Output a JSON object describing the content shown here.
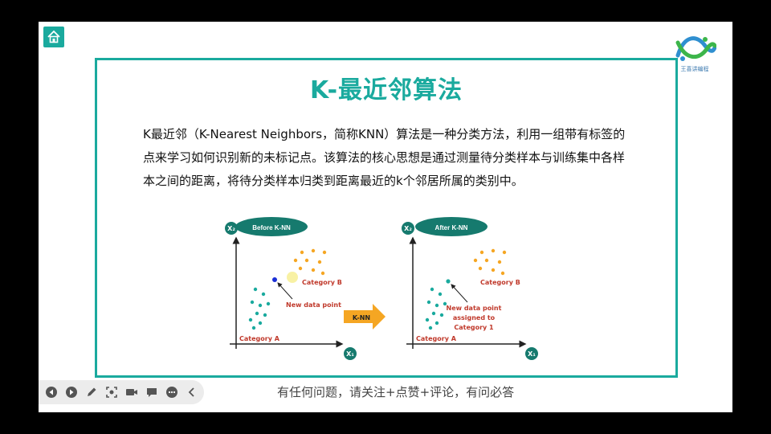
{
  "slide": {
    "title": "K-最近邻算法",
    "paragraph": "K最近邻（K-Nearest Neighbors，简称KNN）算法是一种分类方法，利用一组带有标签的点来学习如何识别新的未标记点。该算法的核心思想是通过测量待分类样本与训练集中各样本之间的距离，将待分类样本归类到距离最近的k个邻居所属的类别中。",
    "logo_text": "王喜讲编程",
    "caption": "有任何问题，请关注+点赞+评论，有问必答"
  },
  "diagram": {
    "before": {
      "title": "Before K-NN",
      "x_axis": "X₁",
      "y_axis": "X₂",
      "category_a": "Category A",
      "category_b": "Category B",
      "new_point_label": "New data point"
    },
    "arrow_label": "K-NN",
    "after": {
      "title": "After K-NN",
      "x_axis": "X₁",
      "y_axis": "X₂",
      "category_a": "Category A",
      "category_b": "Category B",
      "new_point_label_1": "New data point",
      "new_point_label_2": "assigned to",
      "new_point_label_3": "Category 1"
    },
    "colors": {
      "teal": "#1aaa9e",
      "orange": "#f5a623",
      "red_label": "#c0392b",
      "new_point": "#1a2fd6"
    }
  },
  "toolbar": {
    "icons": [
      "prev-icon",
      "next-icon",
      "pen-icon",
      "screenshot-icon",
      "camera-icon",
      "comment-icon",
      "more-icon",
      "collapse-icon"
    ]
  },
  "colors": {
    "accent": "#1aaa9e",
    "background": "#000000"
  }
}
